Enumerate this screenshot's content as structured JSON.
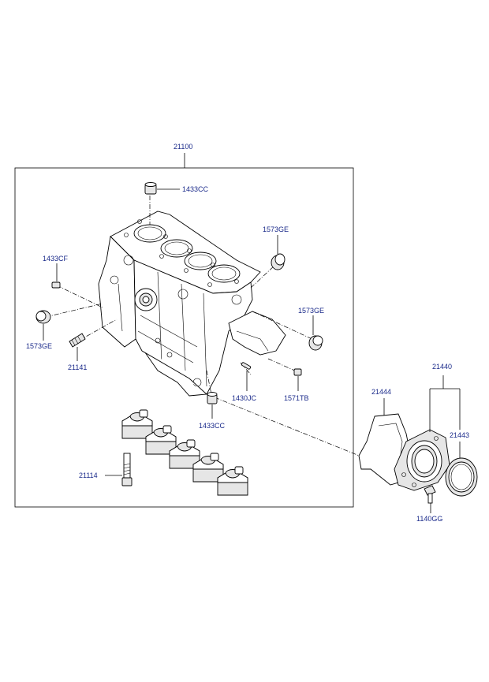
{
  "labels": {
    "main_assembly": "21100",
    "plug_top": "1433CC",
    "cap_right_top": "1573GE",
    "pin_left": "1433CF",
    "cap_left": "1573GE",
    "cap_right_mid": "1573GE",
    "stud": "21141",
    "dowel_pin": "1430JC",
    "plug_small": "1571TB",
    "plug_bottom": "1433CC",
    "bolt": "21114",
    "gasket": "21444",
    "seal_case_assy": "21440",
    "oil_seal": "21443",
    "case_bolt": "1140GG"
  }
}
